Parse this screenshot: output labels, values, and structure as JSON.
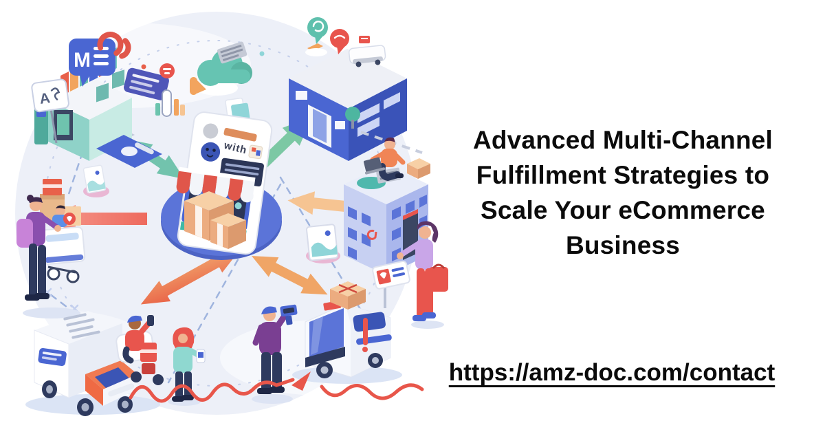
{
  "headline": {
    "lines": [
      "Advanced Multi-Channel",
      "Fulfillment Strategies to",
      "Scale Your eCommerce",
      "Business"
    ]
  },
  "link": {
    "text": "https://amz-doc.com/contact"
  },
  "illustration": {
    "tablet_label": "with",
    "store_bubble_letter": "M",
    "store_sign_letter": "A",
    "scene_items": [
      "central-tablet-storefront-hub-with-parcels",
      "bookstore-storefront",
      "cloud-server",
      "blue-warehouse-building",
      "office-building-with-workers",
      "shopper-pushing-cart",
      "delivery-box-truck",
      "courier-on-scooter",
      "customer-with-phone",
      "worker-with-barcode-scanner",
      "delivery-van",
      "red-delivery-route"
    ]
  },
  "colors": {
    "background_circle": "#edf0f8",
    "hub_platform": "#5b74d8",
    "accent_blue": "#4a66d2",
    "accent_red": "#e8564a",
    "accent_teal": "#6fc3ae",
    "accent_green": "#7cc7a8",
    "accent_salmon": "#f0776c",
    "accent_peach": "#f6c492",
    "accent_orange": "#f0a566",
    "text": "#0b0b0b"
  }
}
